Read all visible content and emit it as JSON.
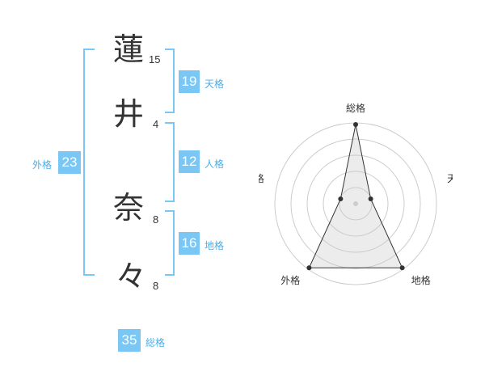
{
  "name": {
    "chars": [
      {
        "char": "蓮",
        "strokes": "15"
      },
      {
        "char": "井",
        "strokes": "4"
      },
      {
        "char": "奈",
        "strokes": "8"
      },
      {
        "char": "々",
        "strokes": "8"
      }
    ]
  },
  "fortune": {
    "tenkaku": {
      "value": "19",
      "label": "天格"
    },
    "jinkaku": {
      "value": "12",
      "label": "人格"
    },
    "chikaku": {
      "value": "16",
      "label": "地格"
    },
    "gaikaku": {
      "value": "23",
      "label": "外格"
    },
    "soukaku": {
      "value": "35",
      "label": "総格"
    }
  },
  "colors": {
    "accent": "#7ac7f5",
    "accent_text": "#4aaee8"
  },
  "chart_data": {
    "type": "radar",
    "axes": [
      "総格",
      "天格",
      "地格",
      "外格",
      "人格"
    ],
    "values": [
      5,
      1,
      5,
      5,
      1
    ],
    "range": [
      0,
      5
    ],
    "grid": true
  }
}
